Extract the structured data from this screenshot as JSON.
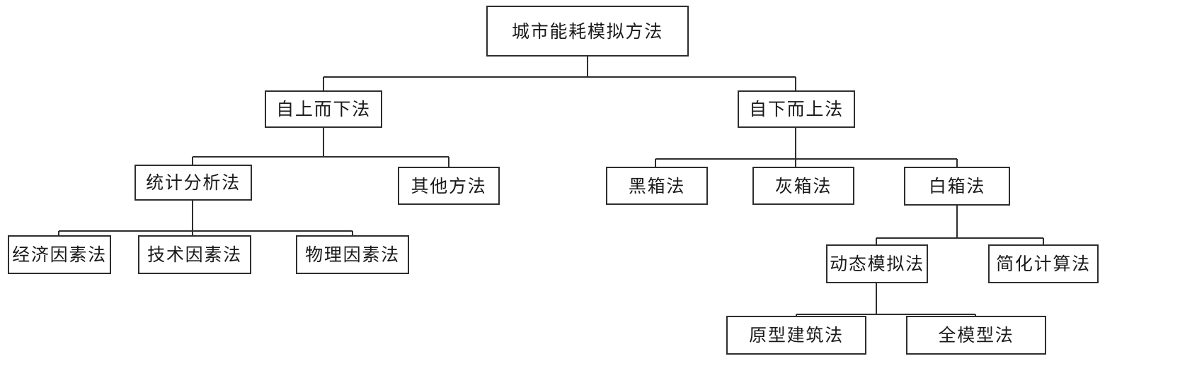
{
  "diagram": {
    "type": "tree",
    "title": "城市能耗模拟方法",
    "orientation": "top-down",
    "line_color": "#2e2e2e",
    "box_fill": "#ffffff",
    "text_color": "#1a1a1a",
    "nodes": {
      "root": {
        "label": "城市能耗模拟方法",
        "level": 0
      },
      "top_down": {
        "label": "自上而下法",
        "level": 1
      },
      "bottom_up": {
        "label": "自下而上法",
        "level": 1
      },
      "stat_analysis": {
        "label": "统计分析法",
        "level": 2
      },
      "other_methods": {
        "label": "其他方法",
        "level": 2
      },
      "black_box": {
        "label": "黑箱法",
        "level": 2
      },
      "gray_box": {
        "label": "灰箱法",
        "level": 2
      },
      "white_box": {
        "label": "白箱法",
        "level": 2
      },
      "economic_factor": {
        "label": "经济因素法",
        "level": 3
      },
      "technical_factor": {
        "label": "技术因素法",
        "level": 3
      },
      "physical_factor": {
        "label": "物理因素法",
        "level": 3
      },
      "dynamic_sim": {
        "label": "动态模拟法",
        "level": 3
      },
      "simplified_calc": {
        "label": "简化计算法",
        "level": 3
      },
      "prototype_building": {
        "label": "原型建筑法",
        "level": 4
      },
      "full_model": {
        "label": "全模型法",
        "level": 4
      }
    },
    "edges": [
      {
        "from": "root",
        "to": "top_down"
      },
      {
        "from": "root",
        "to": "bottom_up"
      },
      {
        "from": "top_down",
        "to": "stat_analysis"
      },
      {
        "from": "top_down",
        "to": "other_methods"
      },
      {
        "from": "bottom_up",
        "to": "black_box"
      },
      {
        "from": "bottom_up",
        "to": "gray_box"
      },
      {
        "from": "bottom_up",
        "to": "white_box"
      },
      {
        "from": "stat_analysis",
        "to": "economic_factor"
      },
      {
        "from": "stat_analysis",
        "to": "technical_factor"
      },
      {
        "from": "stat_analysis",
        "to": "physical_factor"
      },
      {
        "from": "white_box",
        "to": "dynamic_sim"
      },
      {
        "from": "white_box",
        "to": "simplified_calc"
      },
      {
        "from": "dynamic_sim",
        "to": "prototype_building"
      },
      {
        "from": "dynamic_sim",
        "to": "full_model"
      }
    ]
  }
}
